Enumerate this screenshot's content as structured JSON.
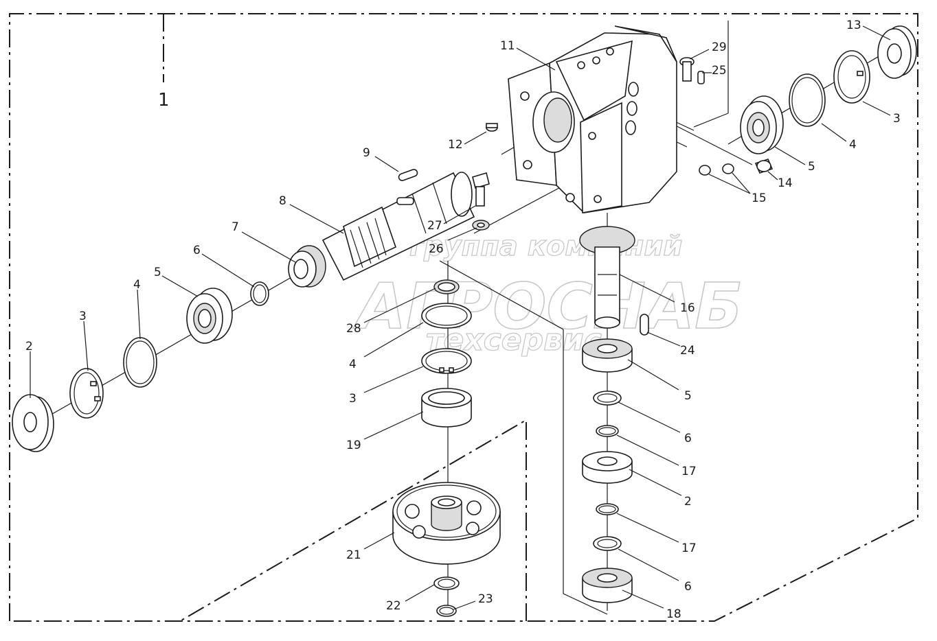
{
  "watermark": {
    "line1": "группа компаний",
    "line2": "АГРОСНАБ",
    "line3": "техсервис"
  },
  "labels": [
    {
      "id": "1",
      "text": "1"
    },
    {
      "id": "2a",
      "text": "2"
    },
    {
      "id": "3a",
      "text": "3"
    },
    {
      "id": "4a",
      "text": "4"
    },
    {
      "id": "5a",
      "text": "5"
    },
    {
      "id": "6a",
      "text": "6"
    },
    {
      "id": "7",
      "text": "7"
    },
    {
      "id": "8",
      "text": "8"
    },
    {
      "id": "9",
      "text": "9"
    },
    {
      "id": "11",
      "text": "11"
    },
    {
      "id": "12",
      "text": "12"
    },
    {
      "id": "13",
      "text": "13"
    },
    {
      "id": "29",
      "text": "29"
    },
    {
      "id": "25",
      "text": "25"
    },
    {
      "id": "3b",
      "text": "3"
    },
    {
      "id": "4b",
      "text": "4"
    },
    {
      "id": "5b",
      "text": "5"
    },
    {
      "id": "14",
      "text": "14"
    },
    {
      "id": "15",
      "text": "15"
    },
    {
      "id": "27",
      "text": "27"
    },
    {
      "id": "26",
      "text": "26"
    },
    {
      "id": "16",
      "text": "16"
    },
    {
      "id": "24",
      "text": "24"
    },
    {
      "id": "28",
      "text": "28"
    },
    {
      "id": "4c",
      "text": "4"
    },
    {
      "id": "3c",
      "text": "3"
    },
    {
      "id": "19",
      "text": "19"
    },
    {
      "id": "5c",
      "text": "5"
    },
    {
      "id": "6b",
      "text": "6"
    },
    {
      "id": "17a",
      "text": "17"
    },
    {
      "id": "2b",
      "text": "2"
    },
    {
      "id": "17b",
      "text": "17"
    },
    {
      "id": "6c",
      "text": "6"
    },
    {
      "id": "18",
      "text": "18"
    },
    {
      "id": "21",
      "text": "21"
    },
    {
      "id": "22",
      "text": "22"
    },
    {
      "id": "23",
      "text": "23"
    }
  ]
}
